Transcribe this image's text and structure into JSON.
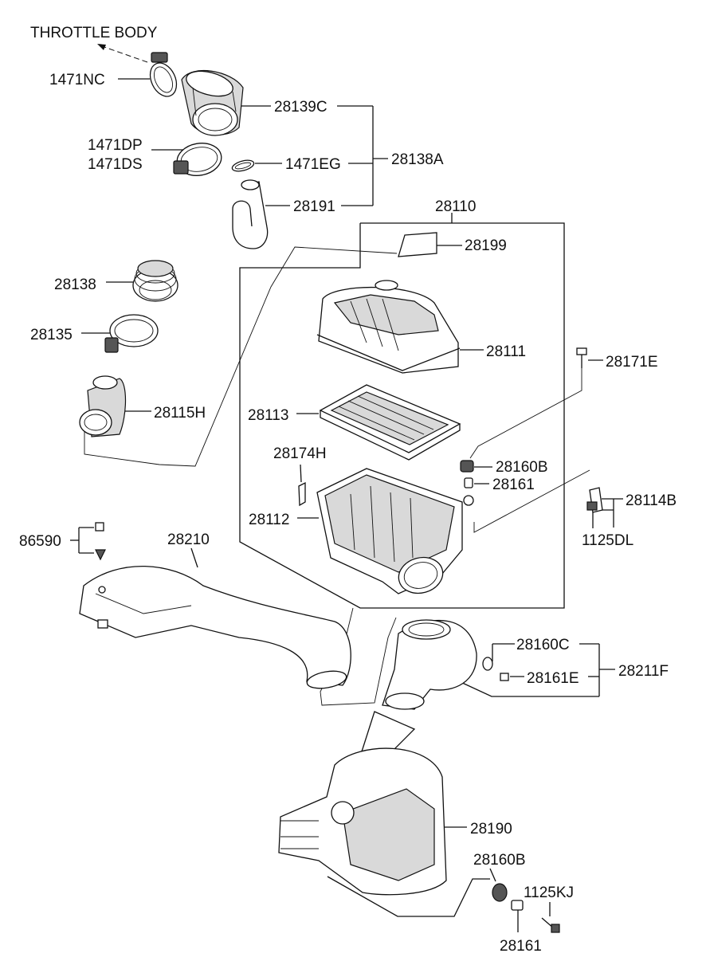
{
  "header": {
    "throttle_body": "THROTTLE BODY"
  },
  "labels": {
    "p1471NC": "1471NC",
    "p28139C": "28139C",
    "p1471DP": "1471DP",
    "p1471DS": "1471DS",
    "p28138A": "28138A",
    "p1471EG": "1471EG",
    "p28191": "28191",
    "p28110": "28110",
    "p28199": "28199",
    "p28138": "28138",
    "p28135": "28135",
    "p28111": "28111",
    "p28171E": "28171E",
    "p28115H": "28115H",
    "p28113": "28113",
    "p28174H": "28174H",
    "p28160B": "28160B",
    "p28161": "28161",
    "p28114B": "28114B",
    "p28112": "28112",
    "p1125DL": "1125DL",
    "p86590": "86590",
    "p28210": "28210",
    "p28160C": "28160C",
    "p28211F": "28211F",
    "p28161E": "28161E",
    "p28190": "28190",
    "p28160B_2": "28160B",
    "p1125KJ": "1125KJ",
    "p28161_2": "28161"
  }
}
